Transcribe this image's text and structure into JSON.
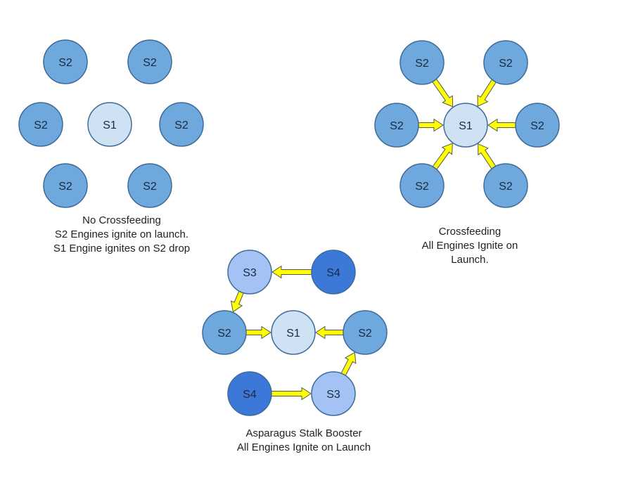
{
  "colors": {
    "background": "#ffffff",
    "s1": "#cfe2f3",
    "s2": "#6fa8dc",
    "s3": "#a4c2f4",
    "s4": "#3c78d8",
    "node_stroke": "#3d6b9a",
    "arrow_fill": "#ffff00",
    "arrow_stroke": "#555555"
  },
  "captions": {
    "no_crossfeed": [
      "No Crossfeeding",
      "S2 Engines ignite on launch.",
      "S1 Engine ignites on S2 drop"
    ],
    "crossfeed": [
      "Crossfeeding",
      "All Engines Ignite on",
      "Launch."
    ],
    "asparagus": [
      "Asparagus Stalk Booster",
      "All Engines Ignite on Launch"
    ]
  },
  "diagrams": [
    {
      "id": "no-crossfeed",
      "nodes": [
        {
          "id": "nc-s2-tl",
          "label": "S2",
          "stage": "s2"
        },
        {
          "id": "nc-s2-tr",
          "label": "S2",
          "stage": "s2"
        },
        {
          "id": "nc-s2-ml",
          "label": "S2",
          "stage": "s2"
        },
        {
          "id": "nc-s1",
          "label": "S1",
          "stage": "s1"
        },
        {
          "id": "nc-s2-mr",
          "label": "S2",
          "stage": "s2"
        },
        {
          "id": "nc-s2-bl",
          "label": "S2",
          "stage": "s2"
        },
        {
          "id": "nc-s2-br",
          "label": "S2",
          "stage": "s2"
        }
      ],
      "edges": []
    },
    {
      "id": "crossfeed",
      "nodes": [
        {
          "id": "cf-s2-tl",
          "label": "S2",
          "stage": "s2"
        },
        {
          "id": "cf-s2-tr",
          "label": "S2",
          "stage": "s2"
        },
        {
          "id": "cf-s2-ml",
          "label": "S2",
          "stage": "s2"
        },
        {
          "id": "cf-s1",
          "label": "S1",
          "stage": "s1"
        },
        {
          "id": "cf-s2-mr",
          "label": "S2",
          "stage": "s2"
        },
        {
          "id": "cf-s2-bl",
          "label": "S2",
          "stage": "s2"
        },
        {
          "id": "cf-s2-br",
          "label": "S2",
          "stage": "s2"
        }
      ],
      "edges": [
        {
          "from": "cf-s2-tl",
          "to": "cf-s1"
        },
        {
          "from": "cf-s2-tr",
          "to": "cf-s1"
        },
        {
          "from": "cf-s2-ml",
          "to": "cf-s1"
        },
        {
          "from": "cf-s2-mr",
          "to": "cf-s1"
        },
        {
          "from": "cf-s2-bl",
          "to": "cf-s1"
        },
        {
          "from": "cf-s2-br",
          "to": "cf-s1"
        }
      ]
    },
    {
      "id": "asparagus",
      "nodes": [
        {
          "id": "as-s3-top",
          "label": "S3",
          "stage": "s3"
        },
        {
          "id": "as-s4-top",
          "label": "S4",
          "stage": "s4"
        },
        {
          "id": "as-s2-left",
          "label": "S2",
          "stage": "s2"
        },
        {
          "id": "as-s1",
          "label": "S1",
          "stage": "s1"
        },
        {
          "id": "as-s2-right",
          "label": "S2",
          "stage": "s2"
        },
        {
          "id": "as-s4-bottom",
          "label": "S4",
          "stage": "s4"
        },
        {
          "id": "as-s3-bottom",
          "label": "S3",
          "stage": "s3"
        }
      ],
      "edges": [
        {
          "from": "as-s4-top",
          "to": "as-s3-top"
        },
        {
          "from": "as-s3-top",
          "to": "as-s2-left"
        },
        {
          "from": "as-s2-left",
          "to": "as-s1"
        },
        {
          "from": "as-s2-right",
          "to": "as-s1"
        },
        {
          "from": "as-s3-bottom",
          "to": "as-s2-right"
        },
        {
          "from": "as-s4-bottom",
          "to": "as-s3-bottom"
        }
      ]
    }
  ]
}
